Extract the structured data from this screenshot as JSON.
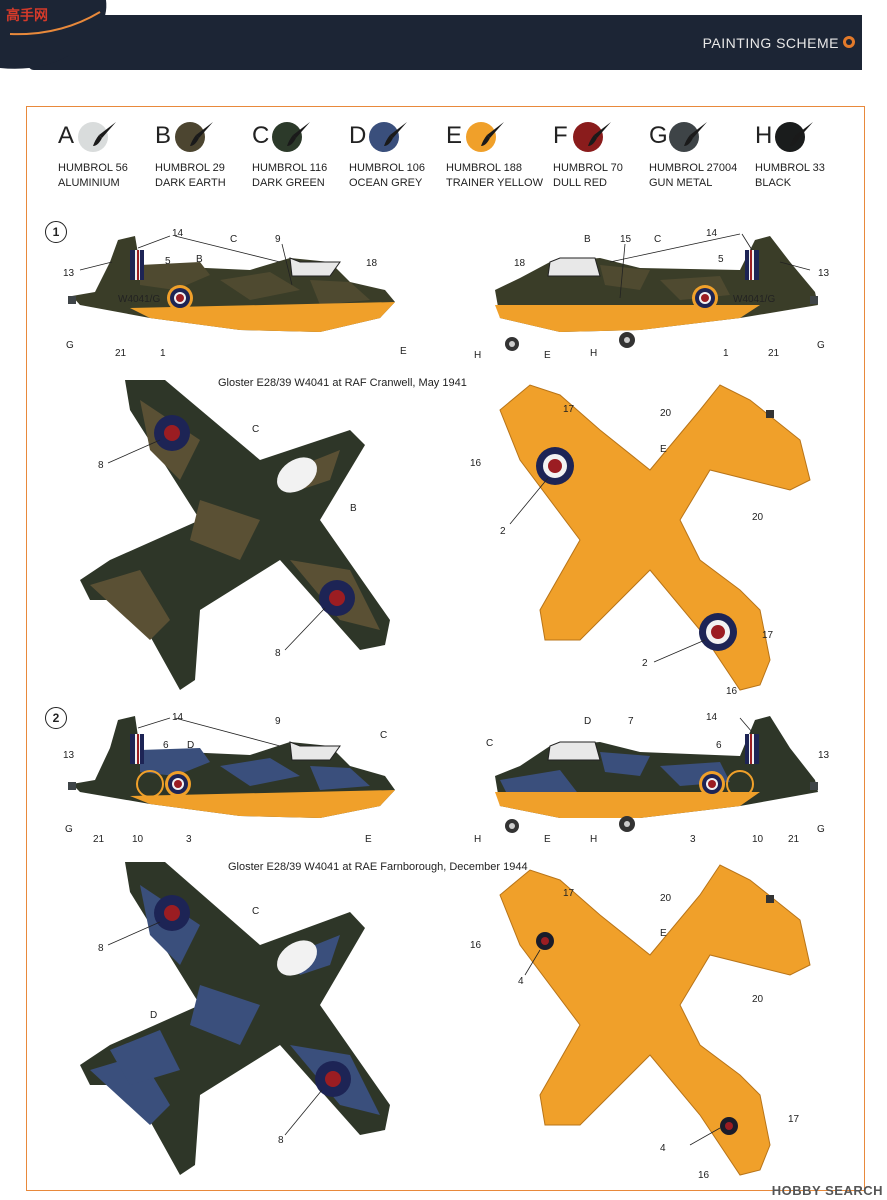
{
  "header": {
    "title": "PAINTING SCHEME",
    "logo_text": "高手网"
  },
  "palette": [
    {
      "letter": "A",
      "line1": "HUMBROL 56",
      "line2": "ALUMINIUM",
      "color": "#d9dcdc"
    },
    {
      "letter": "B",
      "line1": "HUMBROL 29",
      "line2": "DARK EARTH",
      "color": "#4c4530"
    },
    {
      "letter": "C",
      "line1": "HUMBROL 116",
      "line2": "DARK GREEN",
      "color": "#2c3a2a"
    },
    {
      "letter": "D",
      "line1": "HUMBROL 106",
      "line2": "OCEAN GREY",
      "color": "#3a4f7c"
    },
    {
      "letter": "E",
      "line1": "HUMBROL 188",
      "line2": "TRAINER YELLOW",
      "color": "#f0a02a"
    },
    {
      "letter": "F",
      "line1": "HUMBROL 70",
      "line2": "DULL RED",
      "color": "#8a1c1c"
    },
    {
      "letter": "G",
      "line1": "HUMBROL 27004",
      "line2": "GUN METAL",
      "color": "#3e4447"
    },
    {
      "letter": "H",
      "line1": "HUMBROL 33",
      "line2": "BLACK",
      "color": "#1a1c1c"
    }
  ],
  "schemes": [
    {
      "number": "1",
      "caption": "Gloster E28/39 W4041 at RAF Cranwell, May 1941"
    },
    {
      "number": "2",
      "caption": "Gloster E28/39 W4041 at RAE Farnborough, December 1944"
    }
  ],
  "labels1": [
    "14",
    "C",
    "9",
    "13",
    "5",
    "B",
    "18",
    "W4041/G",
    "21",
    "1",
    "G",
    "E",
    "B",
    "15",
    "C",
    "14",
    "5",
    "13",
    "18",
    "W4041/G",
    "H",
    "E",
    "H",
    "1",
    "21",
    "G"
  ],
  "labels1_plan": [
    "C",
    "8",
    "B",
    "8",
    "17",
    "20",
    "16",
    "E",
    "2",
    "20",
    "17",
    "2",
    "16"
  ],
  "labels2": [
    "14",
    "13",
    "6",
    "D",
    "9",
    "C",
    "G",
    "21",
    "10",
    "3",
    "E",
    "D",
    "7",
    "14",
    "C",
    "6",
    "13",
    "H",
    "E",
    "H",
    "3",
    "10",
    "21",
    "G"
  ],
  "labels2_plan": [
    "C",
    "8",
    "D",
    "8",
    "17",
    "20",
    "16",
    "E",
    "4",
    "20",
    "17",
    "4",
    "16"
  ],
  "footer": {
    "watermark": "HOBBY SEARCH"
  },
  "colors": {
    "frame": "#e8893b",
    "header": "#1c2535",
    "yellow": "#f0a02a",
    "roundel_blue": "#1d2455",
    "roundel_red": "#9b1d22"
  }
}
